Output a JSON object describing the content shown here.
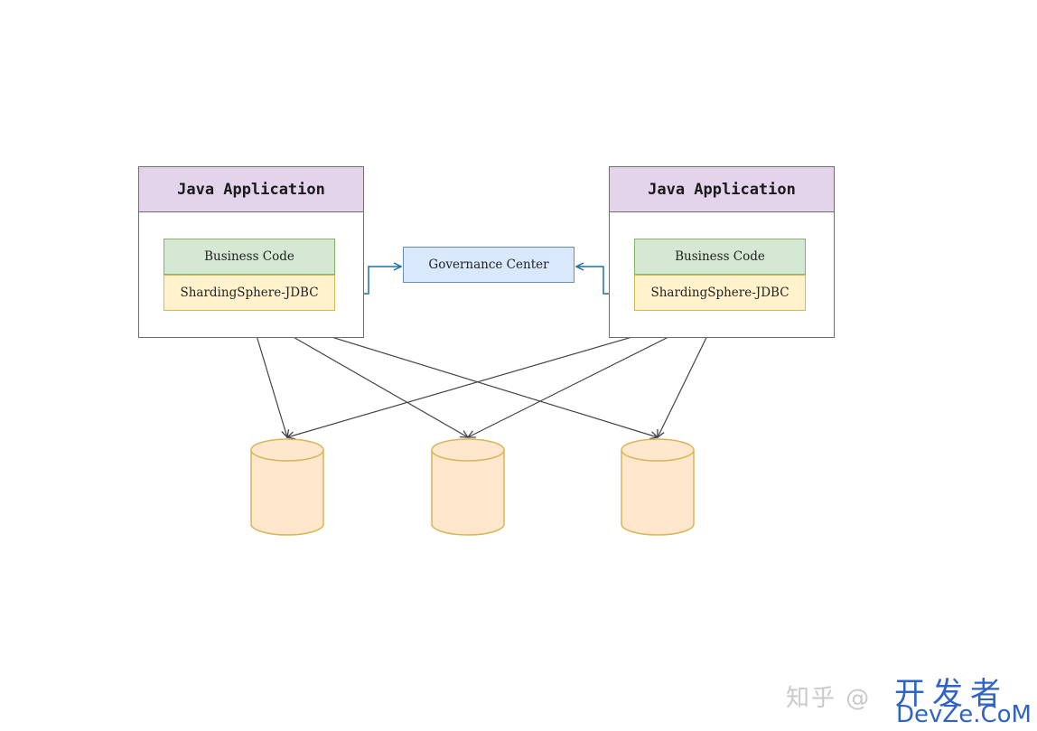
{
  "apps": [
    {
      "title": "Java Application",
      "business": "Business Code",
      "jdbc": "ShardingSphere-JDBC"
    },
    {
      "title": "Java Application",
      "business": "Business Code",
      "jdbc": "ShardingSphere-JDBC"
    }
  ],
  "governance": {
    "label": "Governance Center"
  },
  "databases": [
    {
      "id": "db1"
    },
    {
      "id": "db2"
    },
    {
      "id": "db3"
    }
  ],
  "colors": {
    "app_header": "#e3d4ec",
    "business_fill": "#d5e8d4",
    "jdbc_fill": "#fff2cc",
    "governance_fill": "#dae8fc",
    "db_fill": "#ffe6cc",
    "db_stroke": "#d6b656",
    "link_blue": "#1f6fa8",
    "arrow": "#444444"
  },
  "watermark": {
    "zhihu": "知乎 @",
    "site_cn": "开发者",
    "site_en": "DevZe.CoM"
  }
}
